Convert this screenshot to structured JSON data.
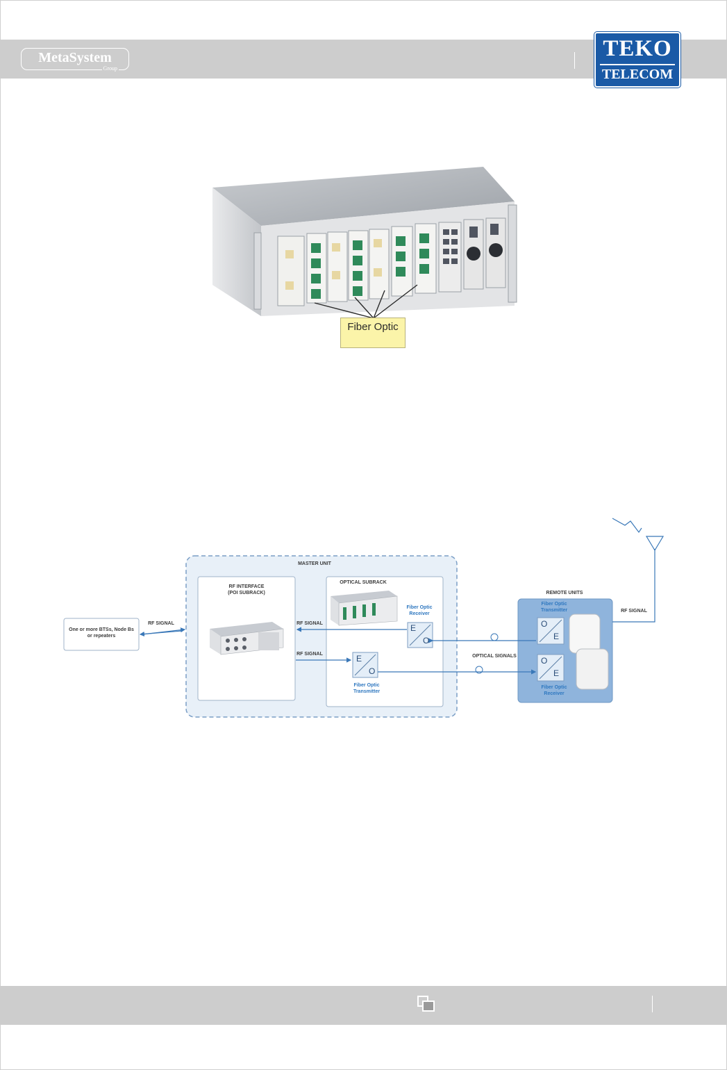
{
  "header": {
    "left_logo": {
      "name": "MetaSystem",
      "sub": "Group"
    },
    "right_logo": {
      "line1": "TEKO",
      "line2": "TELECOM"
    }
  },
  "photo": {
    "callout": "Fiber Optic"
  },
  "diagram": {
    "master_unit": "MASTER UNIT",
    "rf_interface": "RF INTERFACE\n(POI SUBRACK)",
    "optical_subrack": "OPTICAL SUBRACK",
    "bts_box": "One or more BTSs, Node Bs\nor repeaters",
    "rf_signal_left": "RF SIGNAL",
    "rf_signal_mid_top": "RF SIGNAL",
    "rf_signal_mid_bottom": "RF SIGNAL",
    "rf_signal_right": "RF SIGNAL",
    "fo_receiver_master": "Fiber Optic\nReceiver",
    "fo_transmitter_master": "Fiber Optic\nTransmitter",
    "optical_signals": "OPTICAL SIGNALS",
    "remote_units": "REMOTE UNITS",
    "fo_transmitter_remote": "Fiber Optic\nTransmitter",
    "fo_receiver_remote": "Fiber Optic\nReceiver",
    "eo_letters": {
      "e": "E",
      "o": "O"
    }
  },
  "colors": {
    "band": "#cdcdcd",
    "teko_blue": "#1a5aa6",
    "callout_bg": "#fbf4a9",
    "master_fill": "#e8f0f8",
    "remote_fill": "#8fb4dc",
    "arrow_blue": "#3a78b8"
  }
}
